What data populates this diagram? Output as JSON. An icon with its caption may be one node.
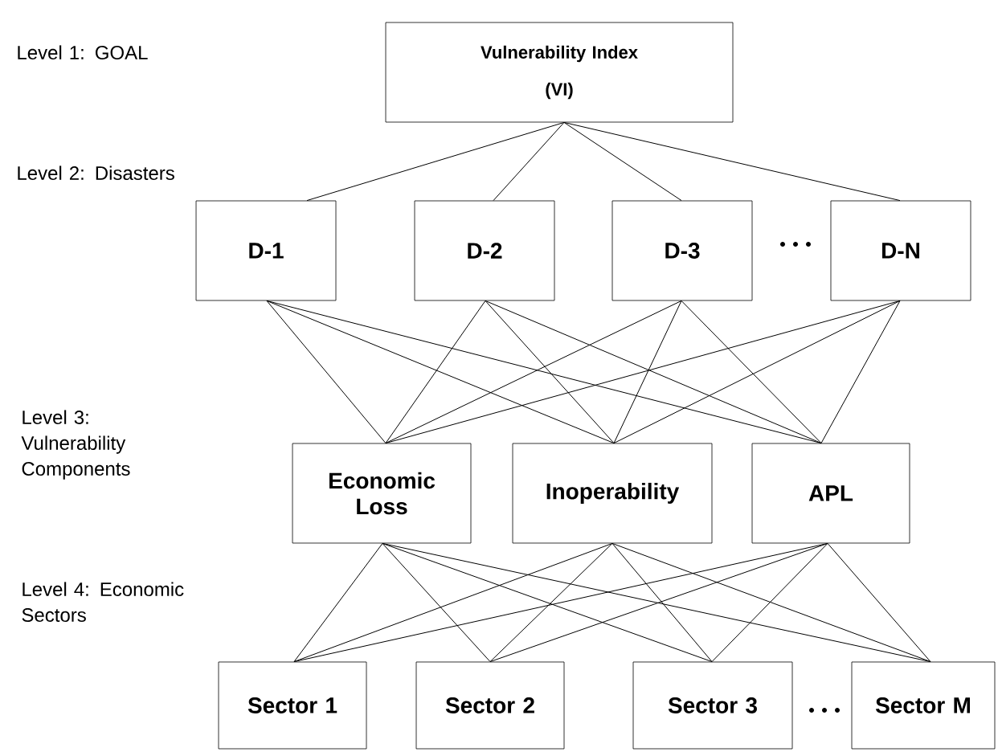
{
  "diagram": {
    "nodes": [
      {
        "text": [
          "Vulnerability Index",
          "(VI)"
        ]
      },
      {
        "text": [
          "D-1"
        ]
      },
      {
        "text": [
          "D-2"
        ]
      },
      {
        "text": [
          "D-3"
        ]
      },
      {
        "text": [
          "D-N"
        ]
      },
      {
        "text": [
          "Economic Loss"
        ]
      },
      {
        "text": [
          "Inoperability"
        ]
      },
      {
        "text": [
          "APL"
        ]
      },
      {
        "text": [
          "Sector 1"
        ]
      },
      {
        "text": [
          "Sector 2"
        ]
      },
      {
        "text": [
          "Sector 3"
        ]
      },
      {
        "text": [
          "Sector M"
        ]
      }
    ],
    "edges": [
      {
        "from": 0,
        "to": 1,
        "arrow": "none"
      },
      {
        "from": 0,
        "to": 2,
        "arrow": "none"
      },
      {
        "from": 0,
        "to": 3,
        "arrow": "none"
      },
      {
        "from": 0,
        "to": 4,
        "arrow": "none"
      },
      {
        "from": 1,
        "to": 5,
        "arrow": "none"
      },
      {
        "from": 1,
        "to": 6,
        "arrow": "none"
      },
      {
        "from": 1,
        "to": 7,
        "arrow": "none"
      },
      {
        "from": 2,
        "to": 5,
        "arrow": "none"
      },
      {
        "from": 2,
        "to": 6,
        "arrow": "none"
      },
      {
        "from": 2,
        "to": 7,
        "arrow": "none"
      },
      {
        "from": 3,
        "to": 5,
        "arrow": "none"
      },
      {
        "from": 3,
        "to": 6,
        "arrow": "none"
      },
      {
        "from": 3,
        "to": 7,
        "arrow": "none"
      },
      {
        "from": 4,
        "to": 5,
        "arrow": "none"
      },
      {
        "from": 4,
        "to": 6,
        "arrow": "none"
      },
      {
        "from": 4,
        "to": 7,
        "arrow": "none"
      },
      {
        "from": 5,
        "to": 8,
        "arrow": "none"
      },
      {
        "from": 5,
        "to": 9,
        "arrow": "none"
      },
      {
        "from": 5,
        "to": 10,
        "arrow": "none"
      },
      {
        "from": 5,
        "to": 11,
        "arrow": "none"
      },
      {
        "from": 6,
        "to": 8,
        "arrow": "none"
      },
      {
        "from": 6,
        "to": 9,
        "arrow": "none"
      },
      {
        "from": 6,
        "to": 10,
        "arrow": "none"
      },
      {
        "from": 6,
        "to": 11,
        "arrow": "none"
      },
      {
        "from": 7,
        "to": 8,
        "arrow": "none"
      },
      {
        "from": 7,
        "to": 9,
        "arrow": "none"
      },
      {
        "from": 7,
        "to": 10,
        "arrow": "none"
      },
      {
        "from": 7,
        "to": 11,
        "arrow": "none"
      }
    ],
    "labels": [
      "Level 1: GOAL",
      "Level 2: Disasters",
      "Level 3: Vulnerability Components",
      "Level 4: Economic Sectors"
    ]
  }
}
